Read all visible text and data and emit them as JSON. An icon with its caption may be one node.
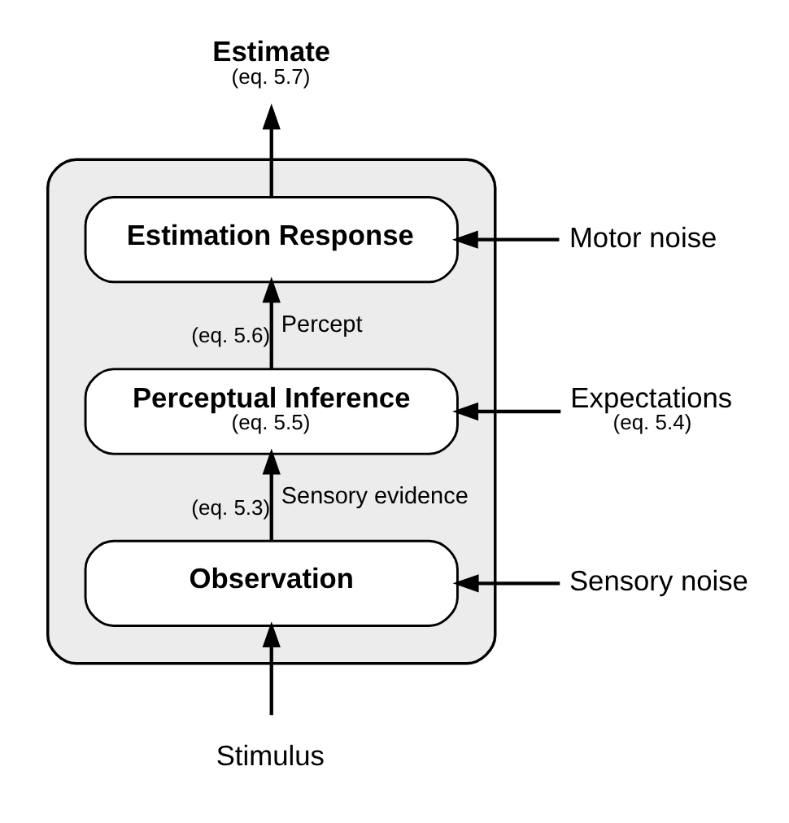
{
  "diagram": {
    "nodes": [
      {
        "text": [],
        "shape": "box"
      },
      {
        "text": [
          "Estimation Response"
        ],
        "in": 0
      },
      {
        "text": [
          "Perceptual Inference",
          "(eq. 5.5)"
        ],
        "in": 0
      },
      {
        "text": [
          "Observation"
        ],
        "in": 0
      },
      {
        "text": [
          "Estimate",
          "(eq. 5.7)"
        ]
      },
      {
        "text": [
          "Motor noise"
        ]
      },
      {
        "text": [
          "Expectations",
          "(eq. 5.4)"
        ]
      },
      {
        "text": [
          "Sensory noise"
        ]
      },
      {
        "text": [
          "Stimulus"
        ]
      }
    ],
    "edges": [
      {
        "from": 8,
        "to": 3,
        "arrow": "to"
      },
      {
        "from": 3,
        "to": 2,
        "arrow": "to",
        "label": "Sensory evidence"
      },
      {
        "from": 2,
        "to": 1,
        "arrow": "to",
        "label": "Percept"
      },
      {
        "from": 1,
        "to": 4,
        "arrow": "to"
      },
      {
        "from": 5,
        "to": 1,
        "arrow": "to"
      },
      {
        "from": 6,
        "to": 2,
        "arrow": "to"
      },
      {
        "from": 7,
        "to": 3,
        "arrow": "to"
      }
    ],
    "labels": [
      "(eq. 5.6)",
      "(eq. 5.3)"
    ]
  }
}
